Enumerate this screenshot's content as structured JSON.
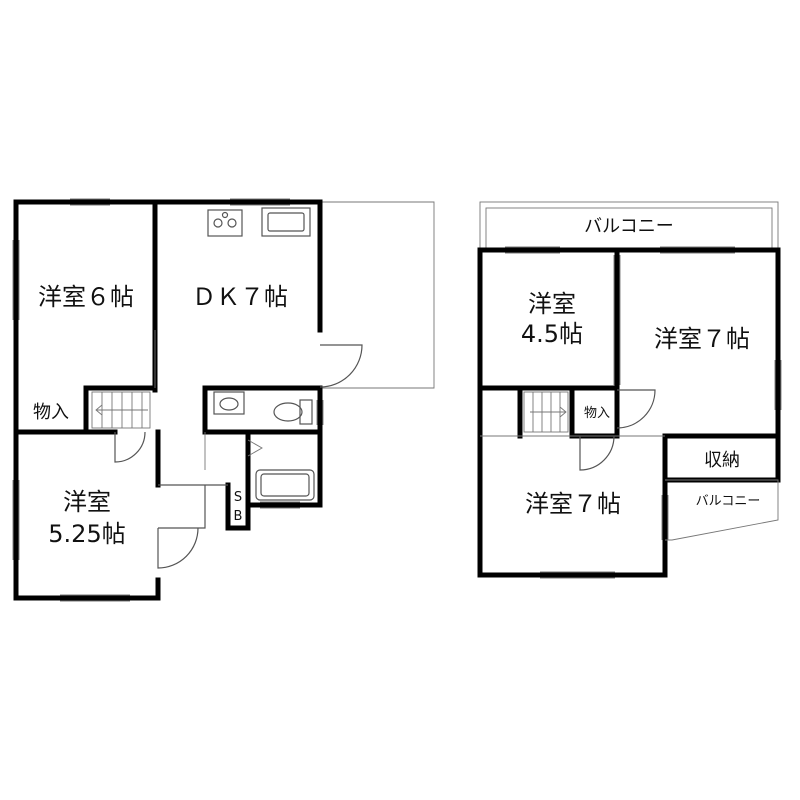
{
  "floor1": {
    "room_western_6": "洋室６帖",
    "room_dk": "ＤＫ７帖",
    "closet": "物入",
    "room_western_525_line1": "洋室",
    "room_western_525_line2": "5.25帖",
    "sb_line1": "S",
    "sb_line2": "B"
  },
  "floor2": {
    "balcony_top": "バルコニー",
    "room_western_45_line1": "洋室",
    "room_western_45_line2": "4.5帖",
    "room_western_7_right": "洋室７帖",
    "closet": "物入",
    "storage": "収納",
    "room_western_7_bottom": "洋室７帖",
    "balcony_side": "バルコニー"
  }
}
